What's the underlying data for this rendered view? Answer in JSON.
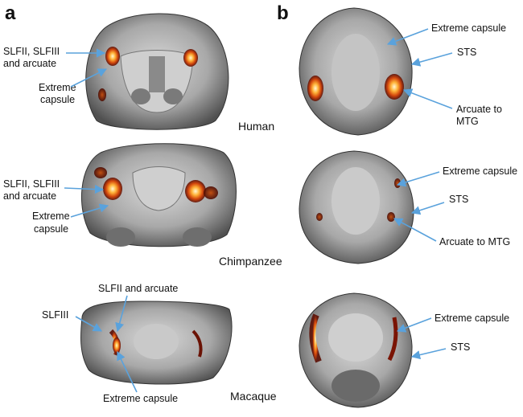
{
  "panels": {
    "a": "a",
    "b": "b"
  },
  "species": {
    "human": "Human",
    "chimp": "Chimpanzee",
    "macaque": "Macaque"
  },
  "labels": {
    "slf_human_line1": "SLFII, SLFIII",
    "slf_human_line2": "and arcuate",
    "ec_human_line1": "Extreme",
    "ec_human_line2": "capsule",
    "slf_chimp_line1": "SLFII, SLFIII",
    "slf_chimp_line2": "and arcuate",
    "ec_chimp_line1": "Extreme",
    "ec_chimp_line2": "capsule",
    "slfii_macaque": "SLFII and arcuate",
    "slfiii_macaque": "SLFIII",
    "ec_macaque": "Extreme capsule",
    "b_human_ec": "Extreme capsule",
    "b_human_sts": "STS",
    "b_human_arc_line1": "Arcuate to",
    "b_human_arc_line2": "MTG",
    "b_chimp_ec": "Extreme capsule",
    "b_chimp_sts": "STS",
    "b_chimp_arc": "Arcuate to MTG",
    "b_macaque_ec": "Extreme capsule",
    "b_macaque_sts": "STS"
  },
  "colors": {
    "arrow": "#5aa2dc",
    "activation_hot": "#fff4c8",
    "activation_mid": "#f08a1a",
    "activation_low": "#8a1a08"
  }
}
